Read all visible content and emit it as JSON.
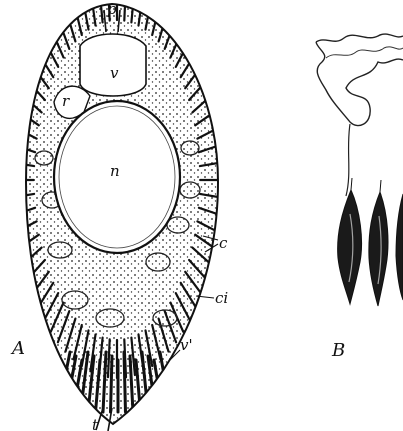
{
  "figure": {
    "panels": [
      "A",
      "B"
    ],
    "labels": {
      "p": "p",
      "v": "v",
      "r": "r",
      "n": "n",
      "c": "c",
      "ci": "ci",
      "v1": "v'",
      "t": "t"
    }
  },
  "colors": {
    "ink": "#111111",
    "paper": "#ffffff"
  }
}
